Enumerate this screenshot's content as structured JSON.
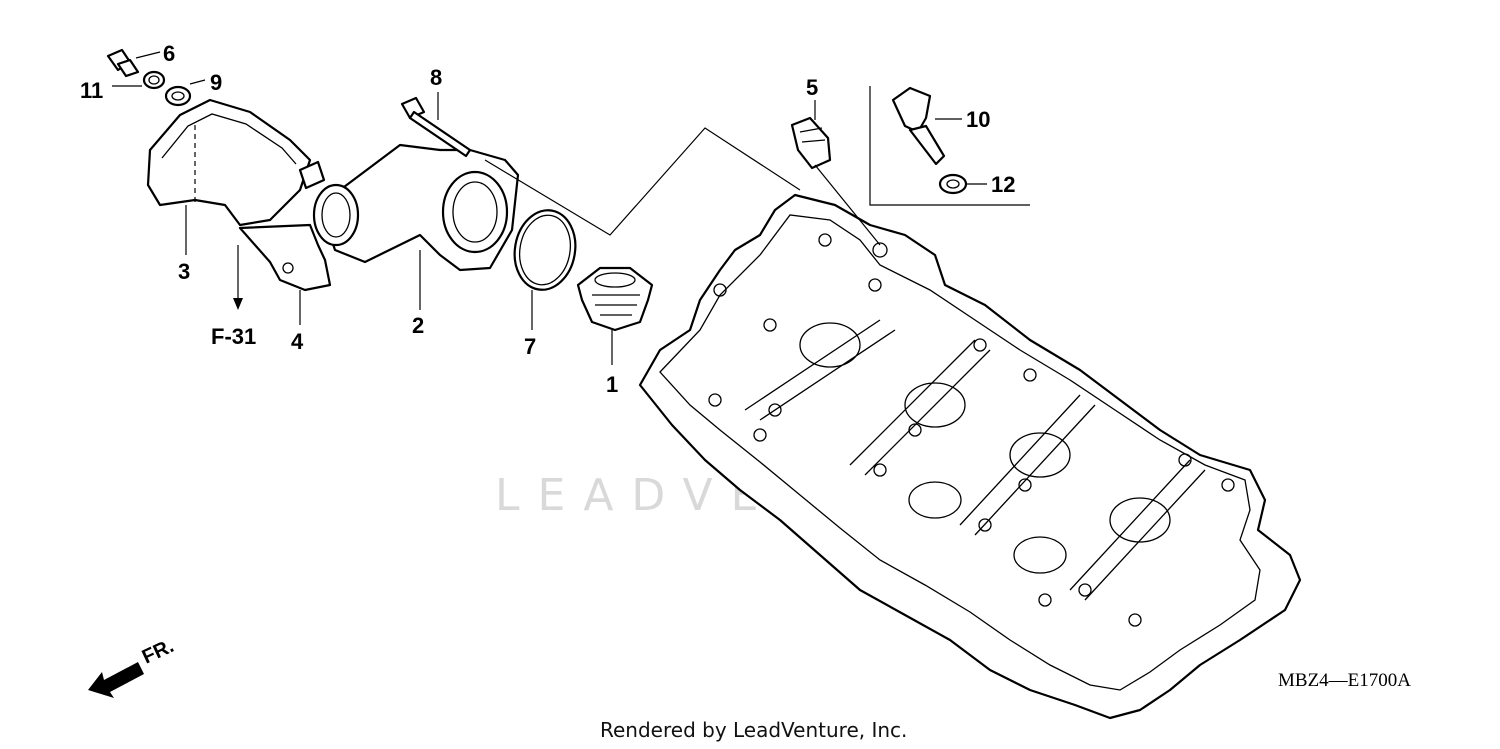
{
  "diagram": {
    "callouts": [
      {
        "id": "1",
        "label": "1"
      },
      {
        "id": "2",
        "label": "2"
      },
      {
        "id": "3",
        "label": "3"
      },
      {
        "id": "4",
        "label": "4"
      },
      {
        "id": "5",
        "label": "5"
      },
      {
        "id": "6",
        "label": "6"
      },
      {
        "id": "7",
        "label": "7"
      },
      {
        "id": "8",
        "label": "8"
      },
      {
        "id": "9",
        "label": "9"
      },
      {
        "id": "10",
        "label": "10"
      },
      {
        "id": "11",
        "label": "11"
      },
      {
        "id": "12",
        "label": "12"
      }
    ],
    "ref_label": "F-31",
    "direction_label": "FR.",
    "diagram_code": "MBZ4—E1700A",
    "watermark": "LEADVENTURE",
    "footer": "Rendered by LeadVenture, Inc."
  }
}
